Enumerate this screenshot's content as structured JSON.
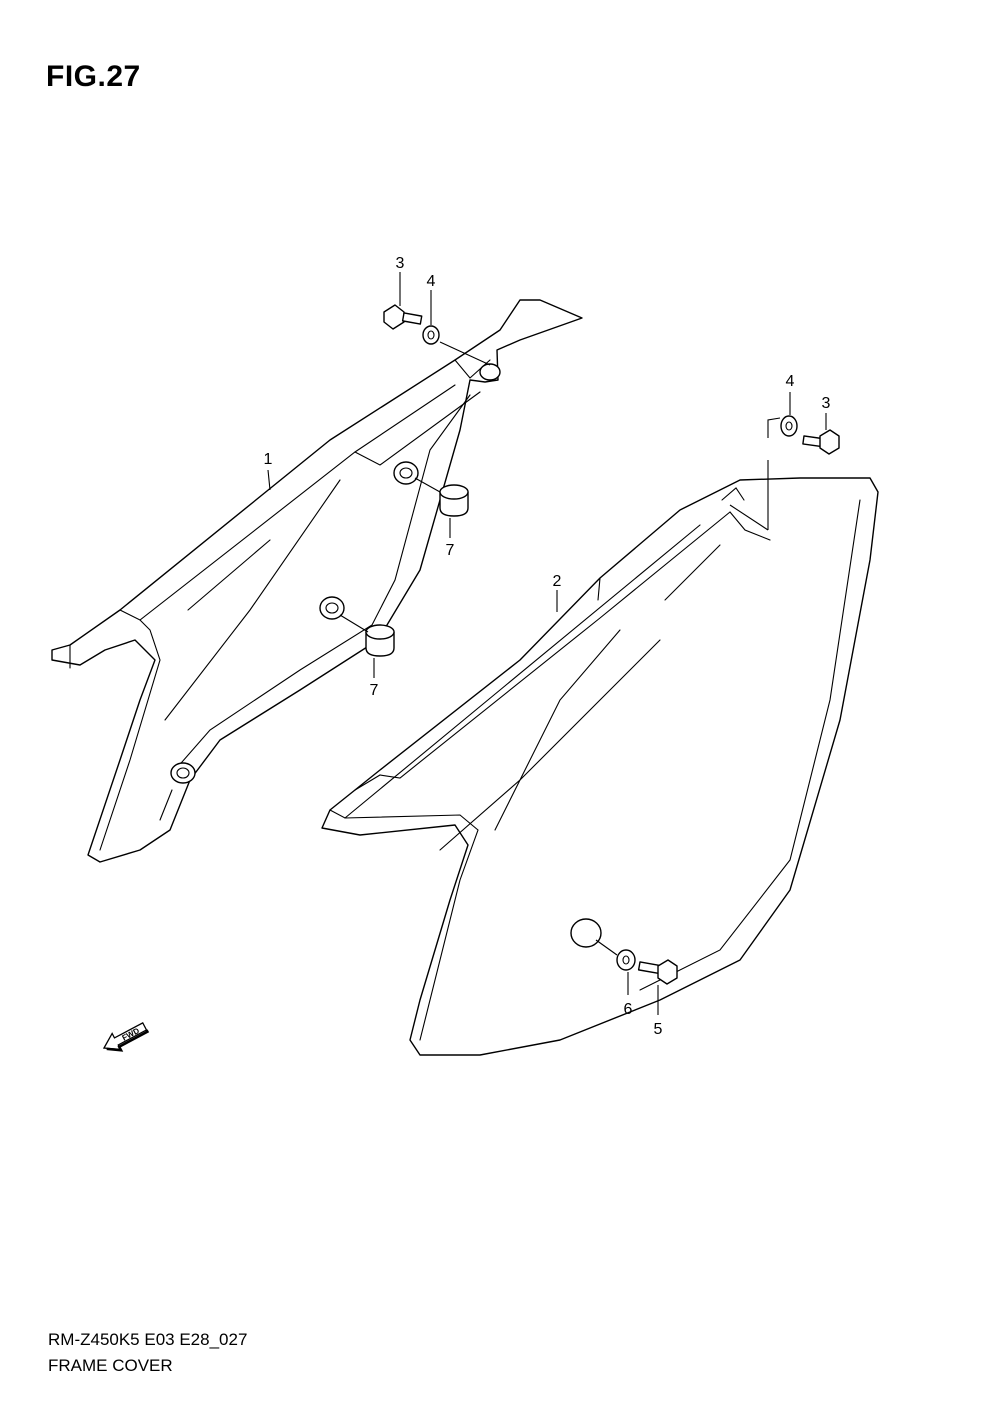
{
  "figure": {
    "title": "FIG.27"
  },
  "callouts": [
    {
      "id": "c3a",
      "text": "3"
    },
    {
      "id": "c4a",
      "text": "4"
    },
    {
      "id": "c1",
      "text": "1"
    },
    {
      "id": "c7a",
      "text": "7"
    },
    {
      "id": "c7b",
      "text": "7"
    },
    {
      "id": "c4b",
      "text": "4"
    },
    {
      "id": "c3b",
      "text": "3"
    },
    {
      "id": "c2",
      "text": "2"
    },
    {
      "id": "c6",
      "text": "6"
    },
    {
      "id": "c5",
      "text": "5"
    }
  ],
  "fwd_arrow": {
    "label": "FWD"
  },
  "footer": {
    "model_code": "RM-Z450K5 E03 E28_027",
    "section_name": "FRAME COVER"
  }
}
